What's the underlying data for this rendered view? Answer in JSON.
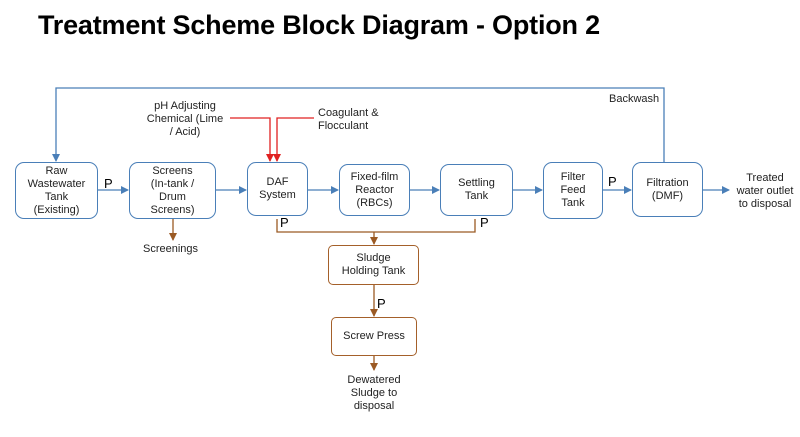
{
  "title": "Treatment Scheme Block Diagram - Option 2",
  "colors": {
    "main_flow": "#4a7fb8",
    "sludge_flow": "#9b5a24",
    "chemical_flow": "#e02020"
  },
  "boxes": {
    "raw": "Raw\nWastewater\nTank\n(Existing)",
    "screens": "Screens\n(In-tank /\nDrum\nScreens)",
    "daf": "DAF\nSystem",
    "reactor": "Fixed-film\nReactor\n(RBCs)",
    "settling": "Settling\nTank",
    "filter_feed": "Filter\nFeed\nTank",
    "filtration": "Filtration\n(DMF)",
    "sludge_tank": "Sludge\nHolding Tank",
    "screw_press": "Screw Press"
  },
  "labels": {
    "ph": "pH Adjusting\nChemical (Lime\n/ Acid)",
    "coagulant": "Coagulant &\nFlocculant",
    "backwash": "Backwash",
    "treated": "Treated\nwater outlet\nto disposal",
    "screenings": "Screenings",
    "dewatered": "Dewatered\nSludge to\ndisposal"
  },
  "pump_label": "P"
}
